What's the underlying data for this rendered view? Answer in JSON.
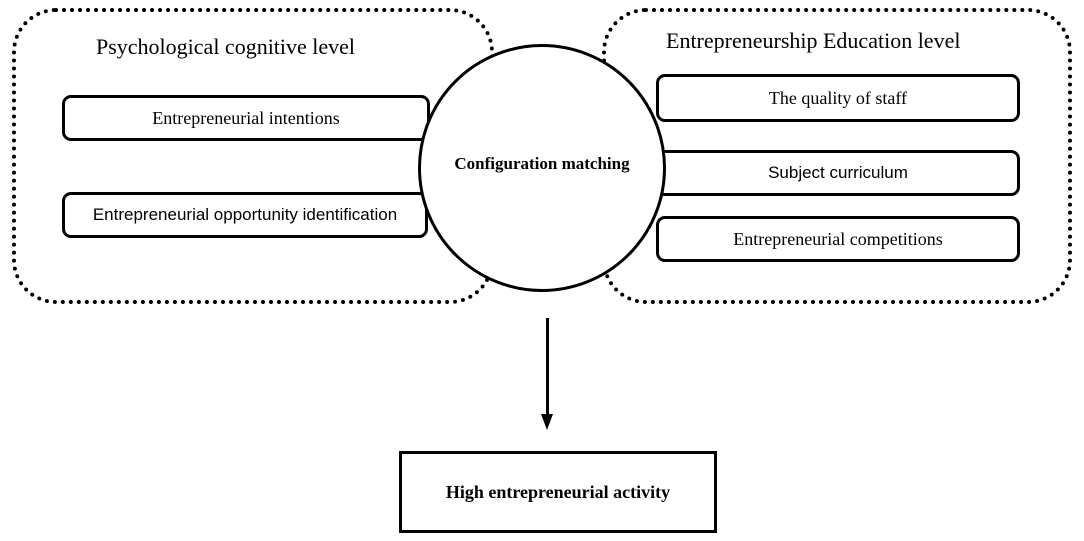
{
  "groups": {
    "left": {
      "title": "Psychological cognitive level"
    },
    "right": {
      "title": "Entrepreneurship  Education level"
    }
  },
  "left_factors": [
    {
      "label": "Entrepreneurial intentions"
    },
    {
      "label": "Entrepreneurial opportunity identification"
    }
  ],
  "right_factors": [
    {
      "label": "The quality of staff"
    },
    {
      "label": "Subject curriculum"
    },
    {
      "label": "Entrepreneurial competitions"
    }
  ],
  "center": {
    "label": "Configuration matching"
  },
  "outcome": {
    "label": "High entrepreneurial activity"
  }
}
